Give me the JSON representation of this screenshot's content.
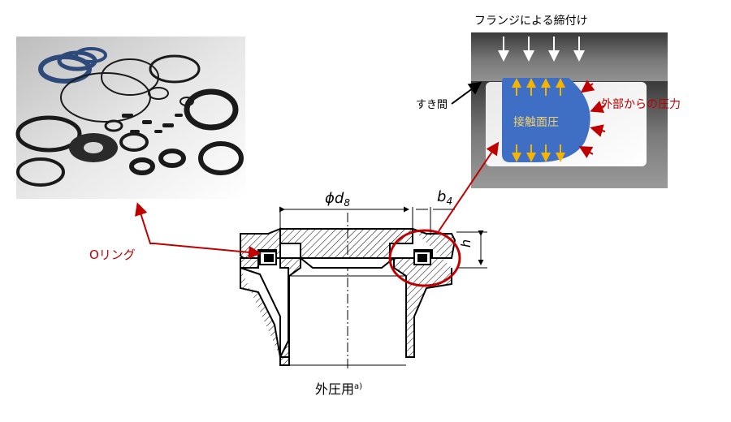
{
  "photo": {
    "description_icon": "o-ring-photo"
  },
  "section_diagram": {
    "top_label": "フランジによる締付け",
    "gap_label": "すき間",
    "contact_label": "接触面圧",
    "pressure_label": "外部からの圧力"
  },
  "drawing": {
    "dim_d8_symbol": "ϕd",
    "dim_d8_sub": "8",
    "dim_b4_symbol": "b",
    "dim_b4_sub": "4",
    "dim_h": "h",
    "caption_main": "外圧用",
    "caption_sup": "a)"
  },
  "callouts": {
    "oring_label": "Oリング"
  },
  "colors": {
    "accent_red": "#c00000",
    "seal_blue": "#3f6fc4",
    "arrow_yellow": "#f5b400",
    "body_gray": "#606060"
  }
}
